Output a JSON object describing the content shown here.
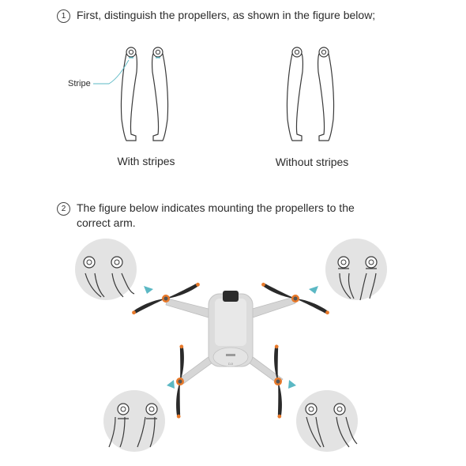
{
  "steps": [
    {
      "number": "1",
      "text": "First, distinguish the propellers, as shown in the figure below;"
    },
    {
      "number": "2",
      "text": "The figure below indicates mounting the propellers to the correct arm."
    }
  ],
  "figure1": {
    "stripe_label": "Stripe",
    "caption_with": "With stripes",
    "caption_without": "Without stripes"
  },
  "drone_label": "DJI",
  "colors": {
    "text": "#2b2b2b",
    "outline": "#3a3a3a",
    "circle_bg": "#e3e3e3",
    "arrow": "#5bb8c4",
    "prop_tip": "#e8792a",
    "prop_blade": "#2a2a2a",
    "drone_body": "#dcdcdc"
  }
}
